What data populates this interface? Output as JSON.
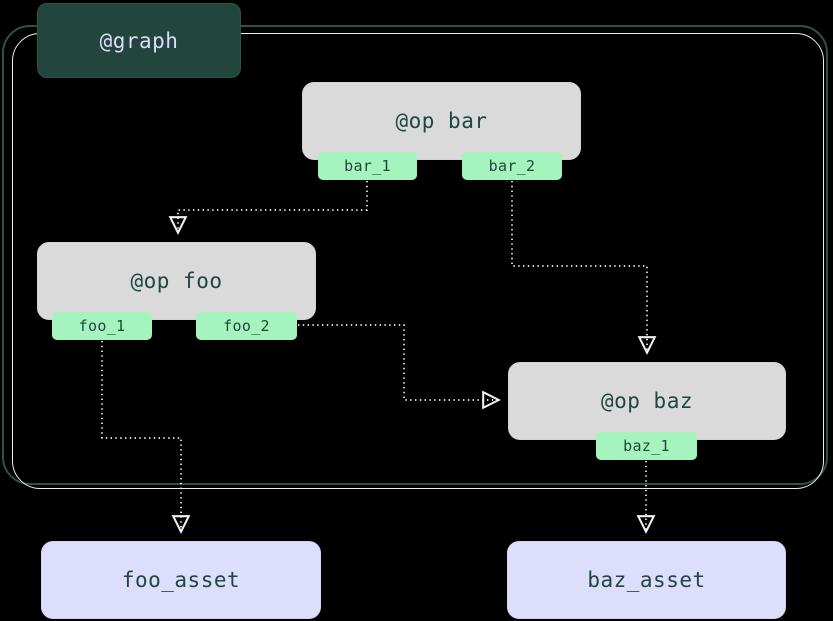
{
  "diagram": {
    "type": "dependency-graph",
    "background_color": "#000000",
    "subgraph": {
      "label": "@graph",
      "label_bg": "#22453d",
      "label_color": "#dcdcfb",
      "border_color": "#2c5348",
      "inner_border_color": "#e9efec"
    },
    "node_colors": {
      "op_fill": "#dadada",
      "op_text": "#1f4740",
      "port_fill": "#a5f3bd",
      "asset_fill": "#ddddfc",
      "edge_color": "#f2f2f2"
    },
    "op_nodes": [
      {
        "id": "bar",
        "label": "@op bar",
        "ports": [
          {
            "id": "bar_1",
            "label": "bar_1"
          },
          {
            "id": "bar_2",
            "label": "bar_2"
          }
        ]
      },
      {
        "id": "foo",
        "label": "@op foo",
        "ports": [
          {
            "id": "foo_1",
            "label": "foo_1"
          },
          {
            "id": "foo_2",
            "label": "foo_2"
          }
        ]
      },
      {
        "id": "baz",
        "label": "@op baz",
        "ports": [
          {
            "id": "baz_1",
            "label": "baz_1"
          }
        ]
      }
    ],
    "asset_nodes": [
      {
        "id": "foo_asset",
        "label": "foo_asset"
      },
      {
        "id": "baz_asset",
        "label": "baz_asset"
      }
    ],
    "edges": [
      {
        "from": "bar_1",
        "to": "foo",
        "style": "dotted",
        "arrow": "hollow-triangle"
      },
      {
        "from": "bar_2",
        "to": "baz",
        "style": "dotted",
        "arrow": "hollow-triangle"
      },
      {
        "from": "foo_2",
        "to": "baz",
        "style": "dotted",
        "arrow": "hollow-triangle"
      },
      {
        "from": "foo_1",
        "to": "foo_asset",
        "style": "dotted",
        "arrow": "hollow-triangle"
      },
      {
        "from": "baz_1",
        "to": "baz_asset",
        "style": "dotted",
        "arrow": "hollow-triangle"
      }
    ]
  }
}
